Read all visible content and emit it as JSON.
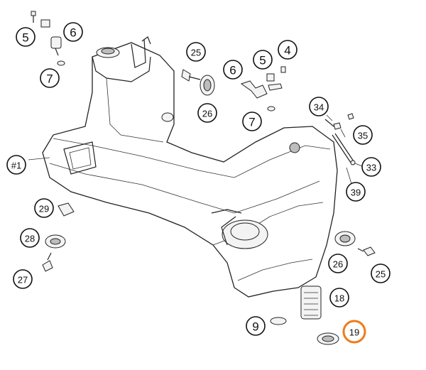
{
  "callouts": [
    {
      "id": "c5a",
      "label": "5"
    },
    {
      "id": "c6a",
      "label": "6"
    },
    {
      "id": "c7a",
      "label": "7"
    },
    {
      "id": "c25a",
      "label": "25"
    },
    {
      "id": "c26a",
      "label": "26"
    },
    {
      "id": "c6b",
      "label": "6"
    },
    {
      "id": "c5b",
      "label": "5"
    },
    {
      "id": "c4",
      "label": "4"
    },
    {
      "id": "c7b",
      "label": "7"
    },
    {
      "id": "c34",
      "label": "34"
    },
    {
      "id": "c35",
      "label": "35"
    },
    {
      "id": "c33",
      "label": "33"
    },
    {
      "id": "c39",
      "label": "39"
    },
    {
      "id": "c1",
      "label": "#1"
    },
    {
      "id": "c29",
      "label": "29"
    },
    {
      "id": "c28",
      "label": "28"
    },
    {
      "id": "c27",
      "label": "27"
    },
    {
      "id": "c26b",
      "label": "26"
    },
    {
      "id": "c25b",
      "label": "25"
    },
    {
      "id": "c18",
      "label": "18"
    },
    {
      "id": "c9",
      "label": "9"
    },
    {
      "id": "c19",
      "label": "19"
    }
  ],
  "colors": {
    "highlight": "#f07a1a",
    "ink": "#222222"
  }
}
